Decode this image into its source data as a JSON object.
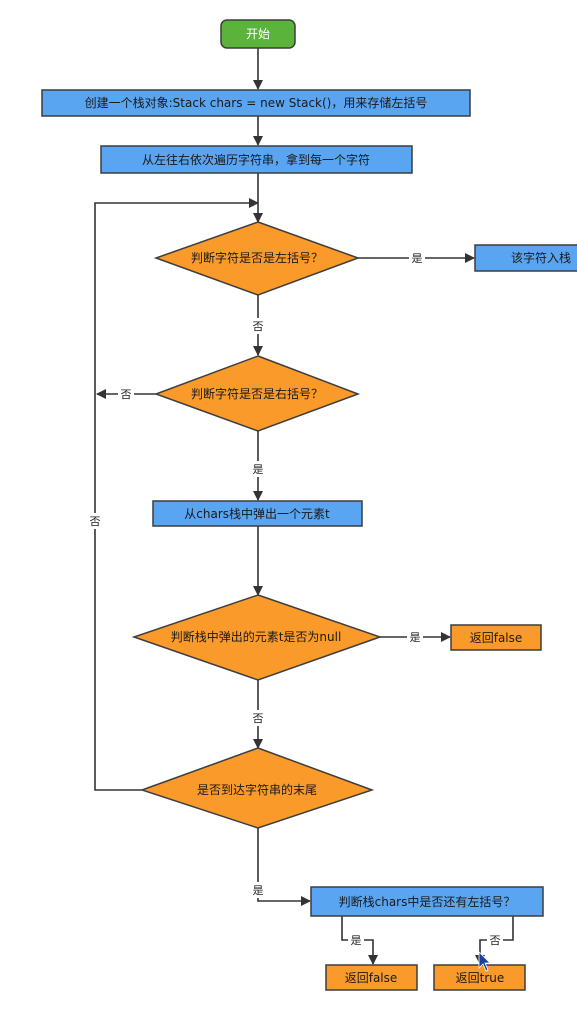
{
  "nodes": {
    "start": "开始",
    "create_stack": "创建一个栈对象:Stack chars = new Stack()，用来存储左括号",
    "traverse": "从左往右依次遍历字符串，拿到每一个字符",
    "is_left": "判断字符是否是左括号？",
    "push": "该字符入栈",
    "is_right": "判断字符是否是右括号？",
    "pop": "从chars栈中弹出一个元素t",
    "is_null": "判断栈中弹出的元素t是否为null",
    "return_false_1": "返回false",
    "is_end": "是否到达字符串的末尾",
    "has_left": "判断栈chars中是否还有左括号？",
    "return_false_2": "返回false",
    "return_true": "返回true"
  },
  "edges": {
    "is_left_yes": "是",
    "is_left_no": "否",
    "is_right_no": "否",
    "is_right_yes": "是",
    "loop_no": "否",
    "is_null_yes": "是",
    "is_null_no": "否",
    "is_end_yes": "是",
    "has_left_yes": "是",
    "has_left_no": "否"
  },
  "colors": {
    "start": "#5ab33a",
    "process": "#5aa5f2",
    "decision": "#fa9a2a",
    "terminal": "#fa9a2a",
    "line": "#333333"
  }
}
